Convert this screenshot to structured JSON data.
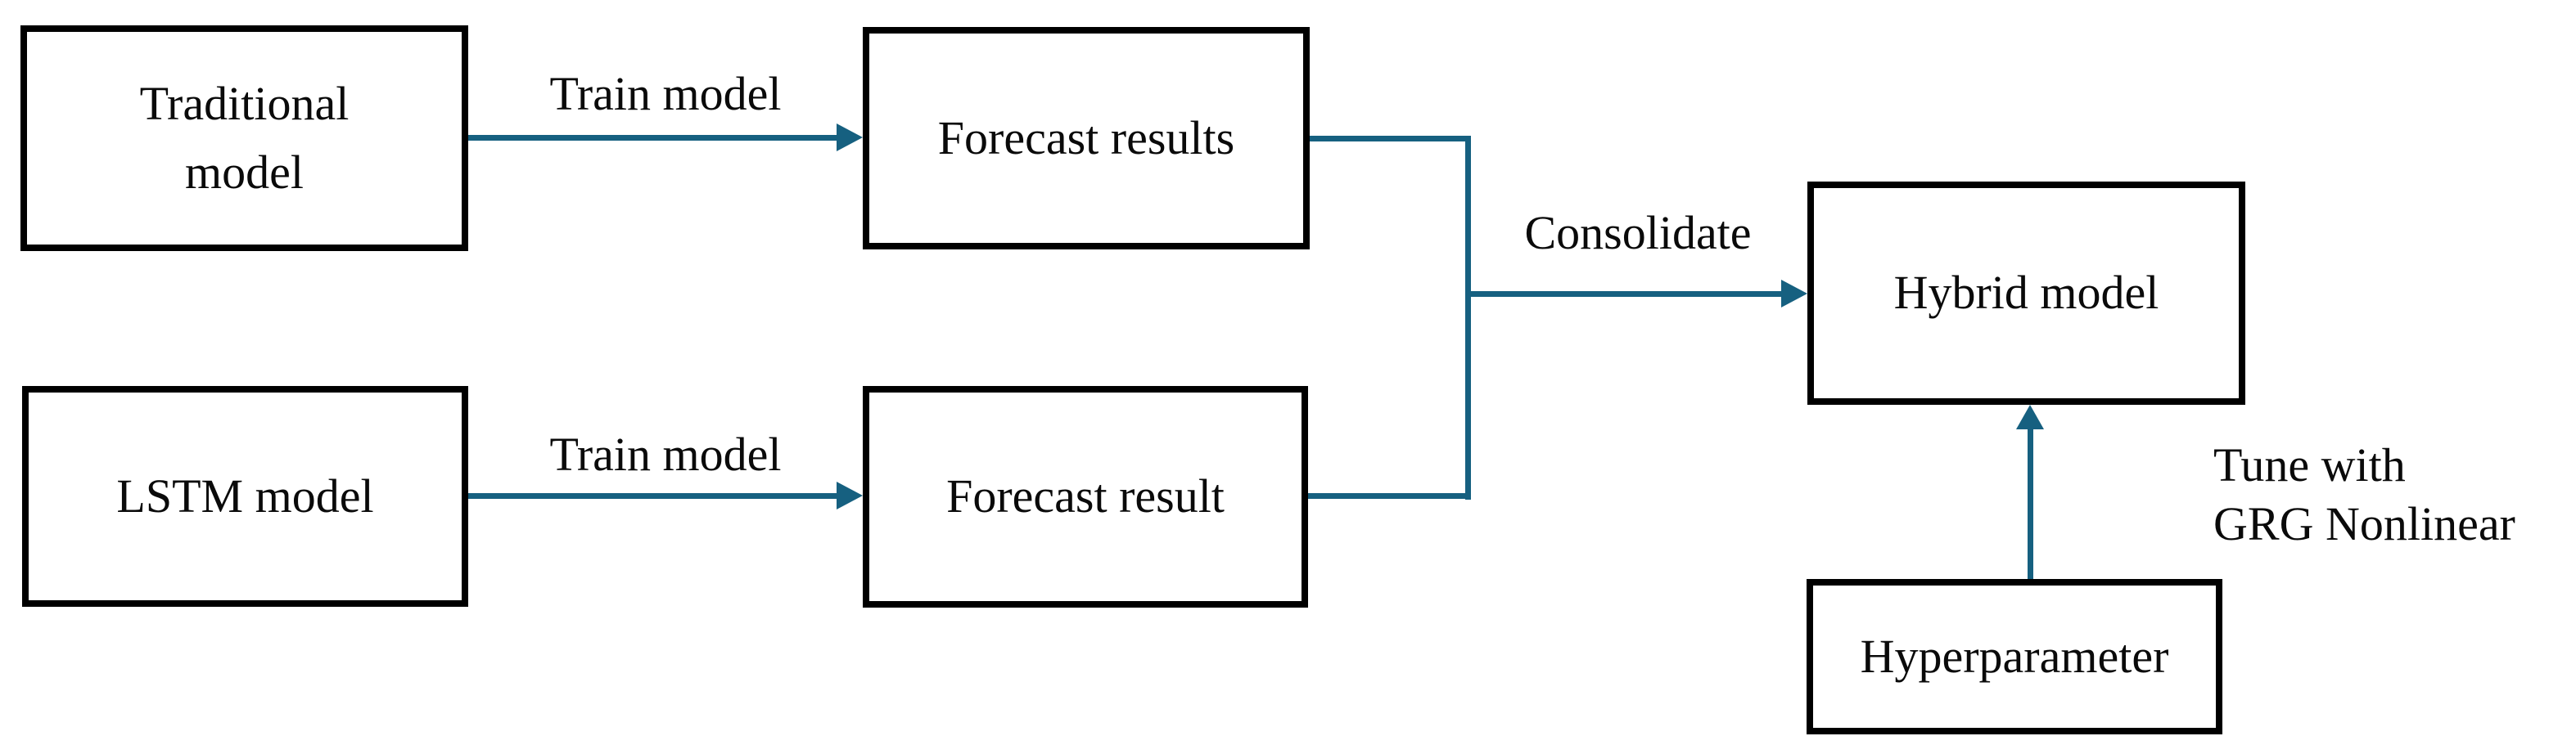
{
  "colors": {
    "accent": "#166080",
    "border": "#000000",
    "text": "#0A0A0A",
    "background": "#FFFFFF"
  },
  "boxes": {
    "traditional": {
      "label": "Traditional\nmodel"
    },
    "forecast_results": {
      "label": "Forecast results"
    },
    "lstm": {
      "label": "LSTM model"
    },
    "forecast_result": {
      "label": "Forecast result"
    },
    "hybrid": {
      "label": "Hybrid model"
    },
    "hyperparameter": {
      "label": "Hyperparameter"
    }
  },
  "edge_labels": {
    "train_top": "Train model",
    "train_bottom": "Train model",
    "consolidate": "Consolidate",
    "tune": "Tune with\nGRG Nonlinear"
  }
}
